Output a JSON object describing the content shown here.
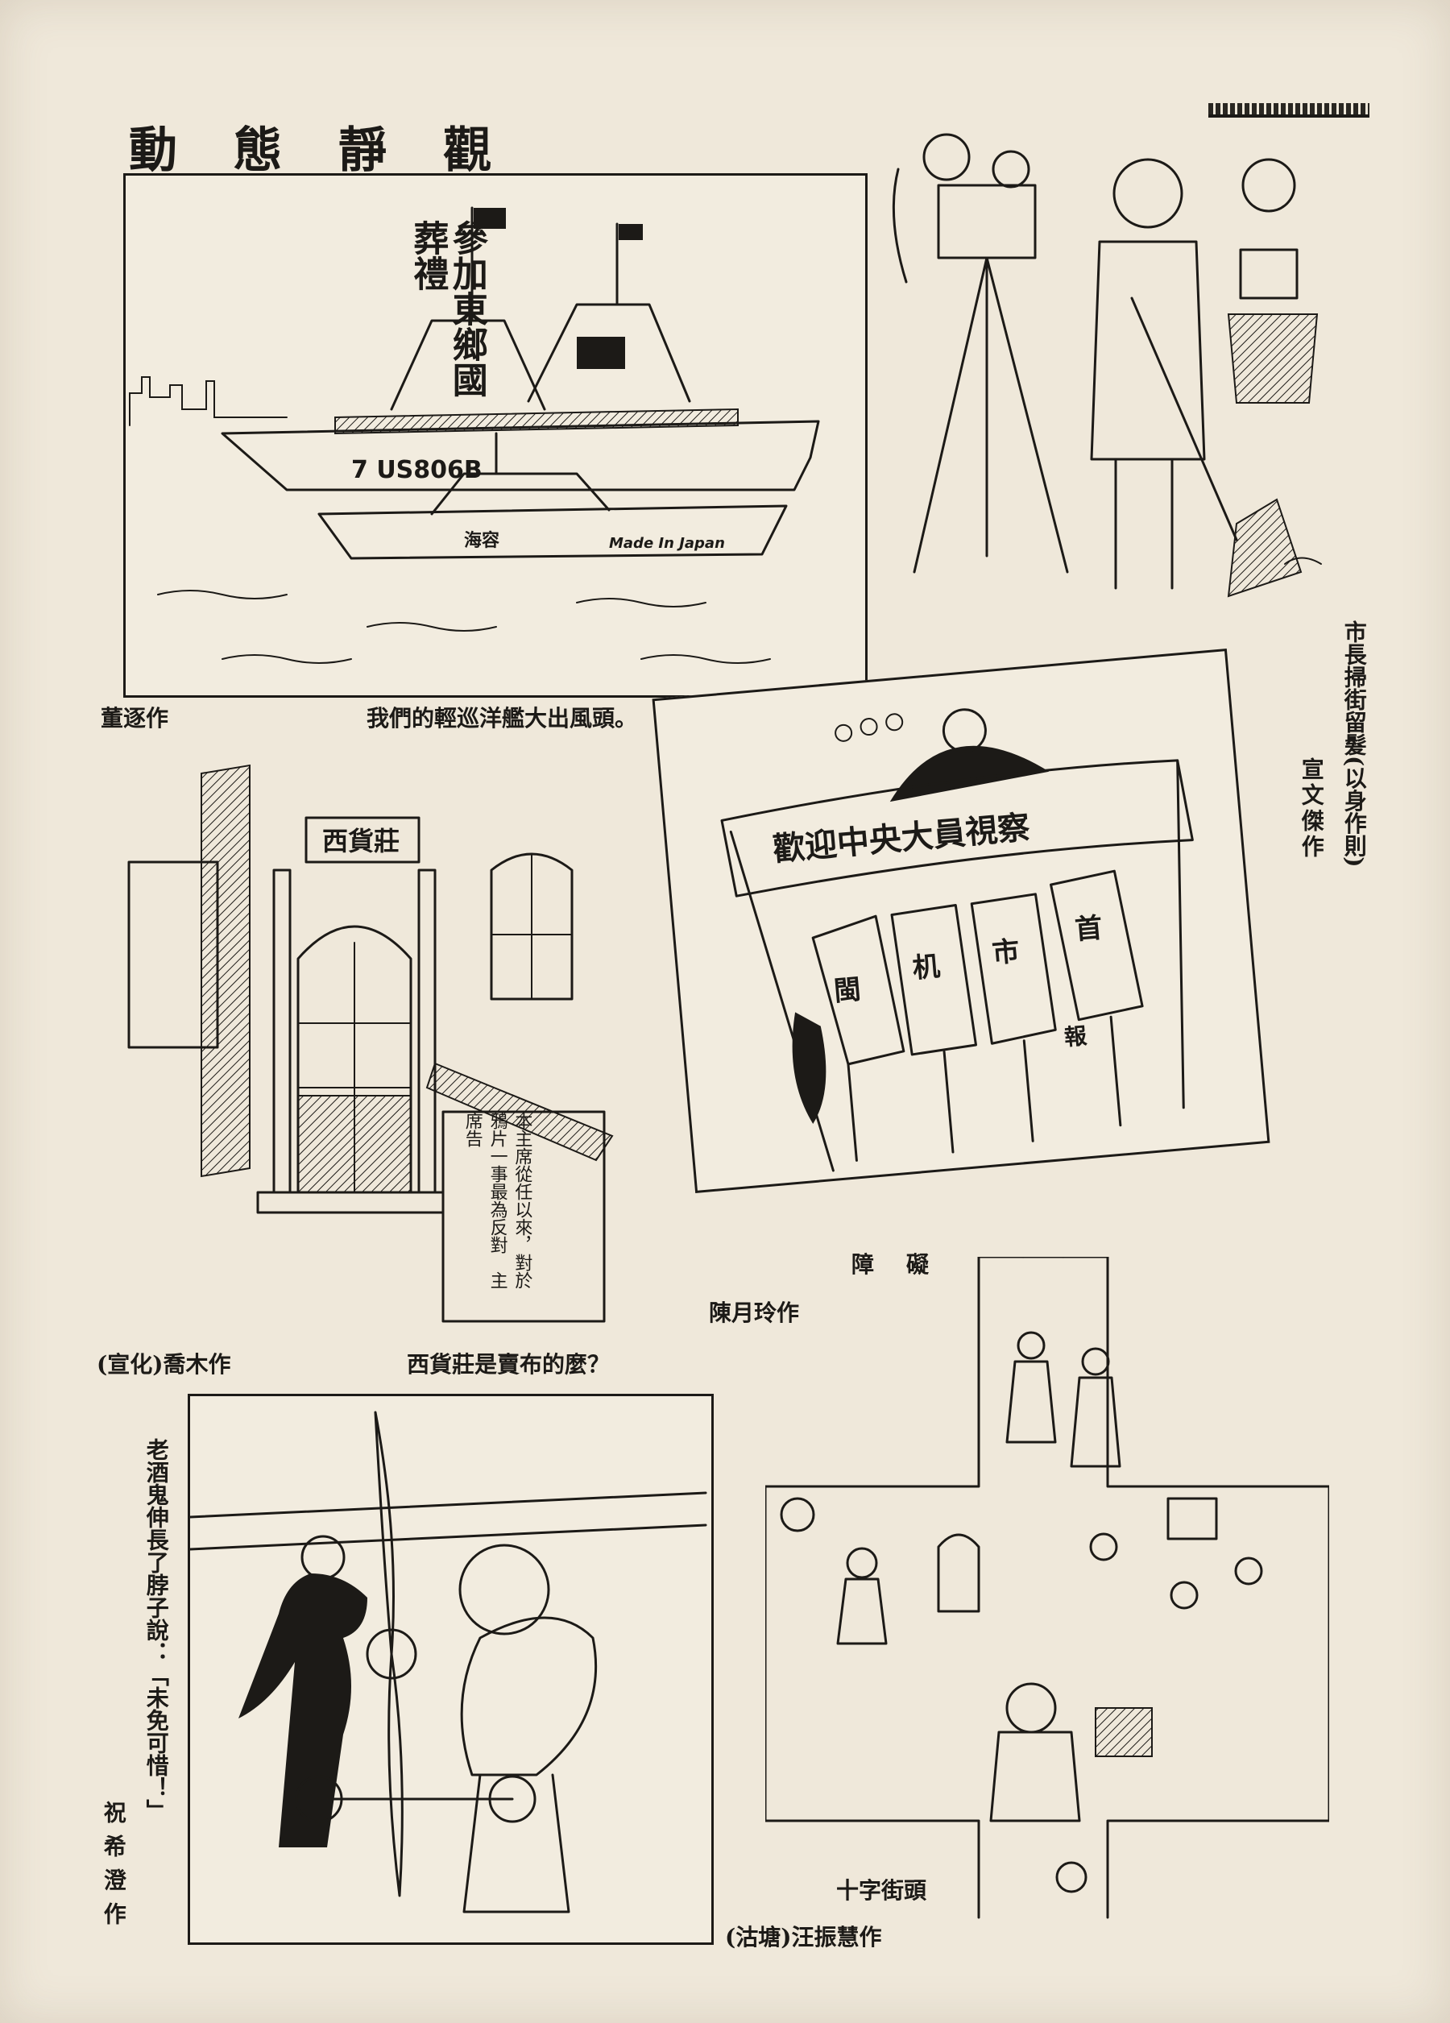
{
  "page": {
    "title": "動態靜觀"
  },
  "cartoons": {
    "warship": {
      "sign": "參加東鄉國葬禮",
      "hull_text_main": "7  US806B",
      "hull_text_small": "海容",
      "made_in": "Made In Japan",
      "caption": "我們的輕巡洋艦大出風頭。",
      "author": "董逐作"
    },
    "mayor": {
      "caption": "市長掃街留髮(以身作則)",
      "author": "宣文傑作"
    },
    "store": {
      "shop_sign": "西貨莊",
      "notice": "本主席從任以來，對於鴉片一事最為反對　主席告",
      "caption": "西貨莊是賣布的麼？",
      "author": "(宣化)喬木作"
    },
    "banner": {
      "banner_text": "歡迎中央大員視察",
      "chars": [
        "閩",
        "机",
        "市",
        "首",
        "報"
      ],
      "caption": "障礙",
      "author": "陳月玲作"
    },
    "airplane": {
      "caption": "老酒鬼伸長了脖子說：「未免可惜！」",
      "author": "祝希澄作"
    },
    "crossroads": {
      "caption": "十字街頭",
      "author": "(沽塘)汪振慧作"
    }
  }
}
